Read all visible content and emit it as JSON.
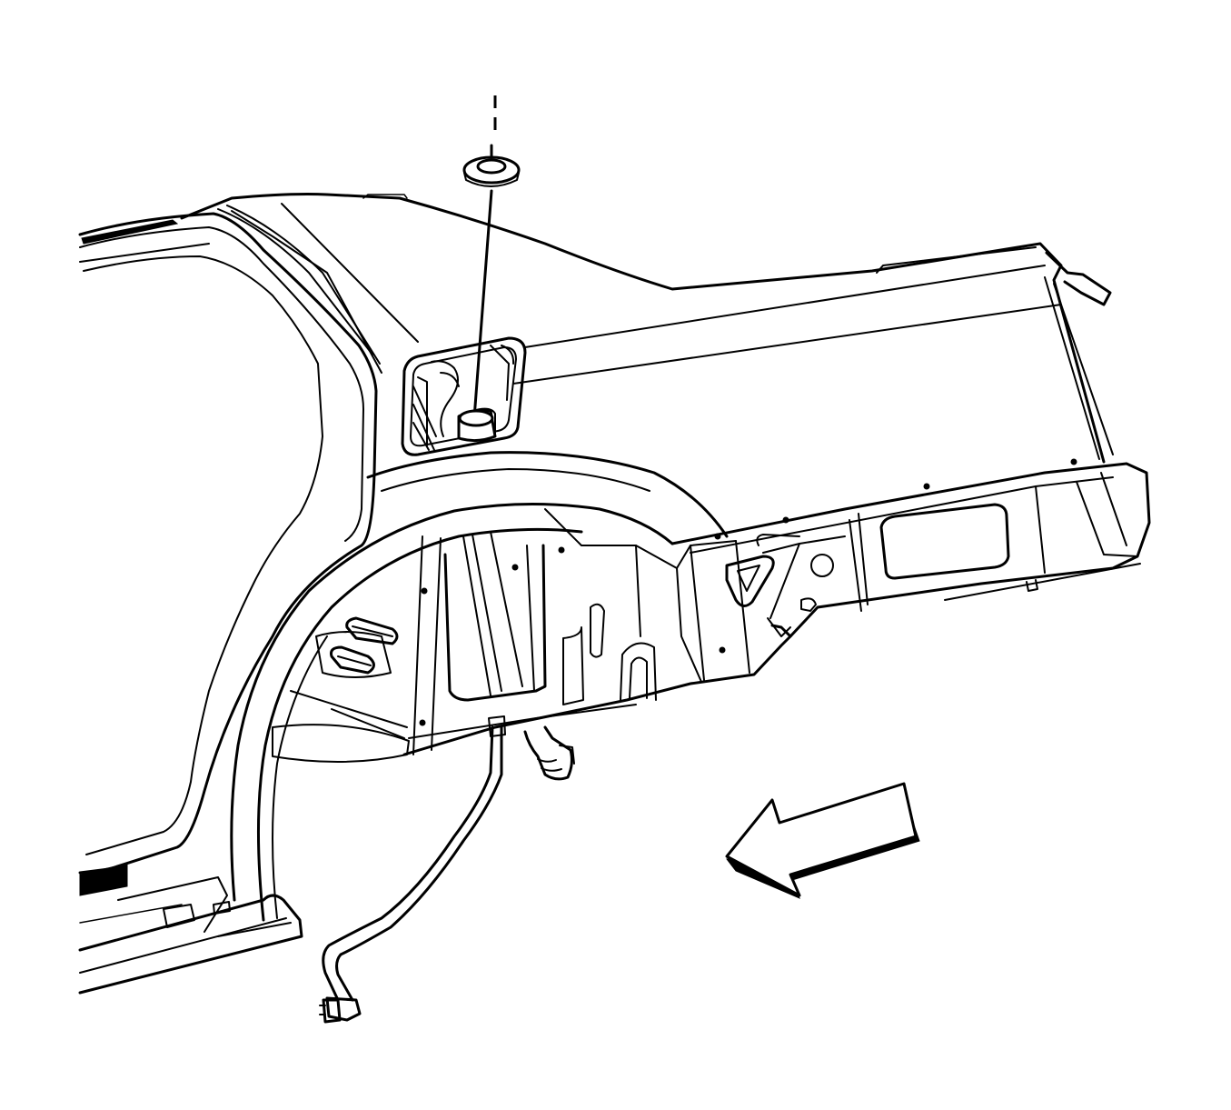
{
  "diagram": {
    "parts": [
      {
        "name": "quarter-panel-assembly"
      },
      {
        "name": "rear-wheelhouse"
      },
      {
        "name": "fuel-filler-pocket"
      },
      {
        "name": "grommet"
      },
      {
        "name": "vent-hose"
      },
      {
        "name": "rear-end-panel"
      }
    ],
    "direction_arrow": {
      "points_to": "front-of-vehicle",
      "fill": "#ffffff",
      "shadow": "#000000"
    },
    "colors": {
      "line": "#000000",
      "background": "#ffffff"
    }
  }
}
